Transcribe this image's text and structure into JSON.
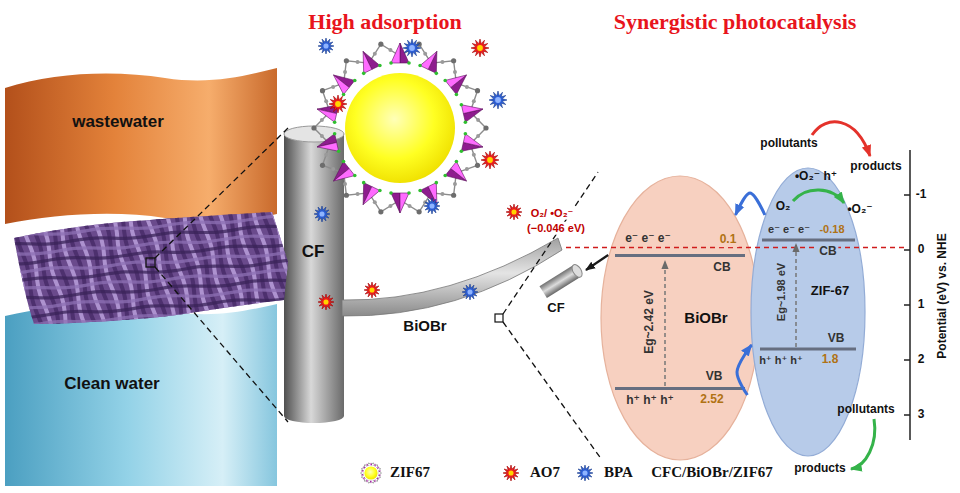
{
  "diagram": {
    "nodes": [
      {
        "text": [
          "wastewater"
        ]
      },
      {
        "text": [
          "Clean water"
        ]
      },
      {
        "text": [
          "CF"
        ]
      },
      {
        "text": [
          "BiOBr"
        ]
      },
      {
        "text": [
          "CF"
        ]
      },
      {
        "text": [
          "BiOBr",
          "CB",
          "0.1",
          "VB",
          "2.52",
          "Eg~2.42 eV",
          "e⁻ e⁻ e⁻",
          "h⁺ h⁺ h⁺"
        ]
      },
      {
        "text": [
          "ZIF-67",
          "CB",
          "-0.18",
          "VB",
          "1.8",
          "Eg~1.98 eV",
          "e⁻ e⁻ e⁻",
          "h⁺ h⁺ h⁺"
        ]
      }
    ],
    "edges": [
      {
        "from": 6,
        "to": 5,
        "arrow": "to"
      },
      {
        "from": 5,
        "to": 6,
        "arrow": "to"
      },
      {
        "from": 5,
        "to": 4,
        "arrow": "to"
      }
    ],
    "labels": [
      "High adsorption",
      "Synergistic photocatalysis",
      "O₂/ •O₂⁻",
      "(−0.046 eV)",
      "pollutants",
      "products",
      "•O₂⁻ h⁺",
      "O₂",
      "•O₂⁻",
      "pollutants",
      "products",
      "CFC/BiOBr/ZIF67",
      "Potential (eV) vs. NHE",
      "-1",
      "0",
      "1",
      "2",
      "3"
    ],
    "legend": [
      {
        "text": "ZIF67"
      },
      {
        "text": "AO7"
      },
      {
        "text": "BPA"
      }
    ]
  }
}
